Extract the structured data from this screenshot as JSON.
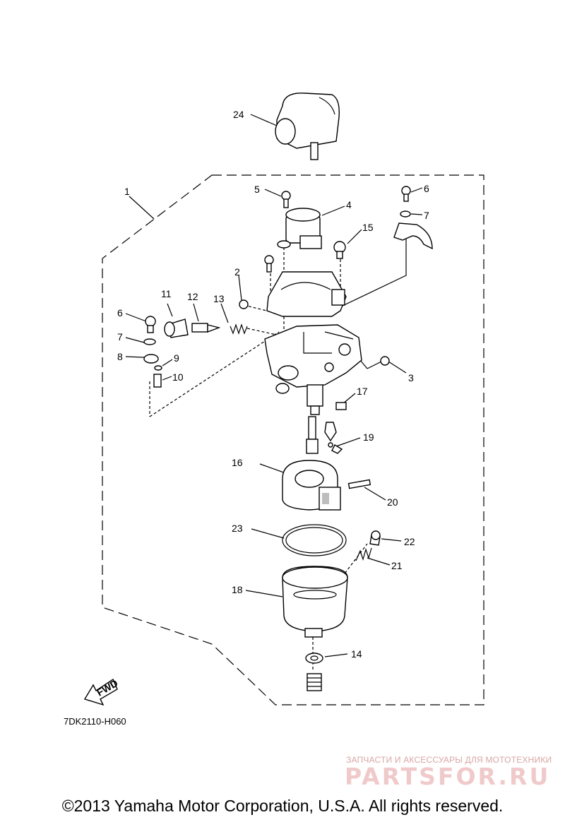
{
  "callouts": [
    "1",
    "2",
    "3",
    "4",
    "5",
    "6",
    "6",
    "7",
    "7",
    "8",
    "9",
    "10",
    "11",
    "12",
    "13",
    "14",
    "15",
    "16",
    "17",
    "18",
    "19",
    "20",
    "21",
    "22",
    "23",
    "24"
  ],
  "fwd_label": "FWD",
  "diagram_code": "7DK2110-H060",
  "watermark": {
    "tagline": "ЗАПЧАСТИ И АКСЕССУАРЫ ДЛЯ МОТОТЕХНИКИ",
    "brand": "PARTSFOR.RU"
  },
  "copyright": "©2013 Yamaha Motor Corporation, U.S.A. All rights reserved."
}
